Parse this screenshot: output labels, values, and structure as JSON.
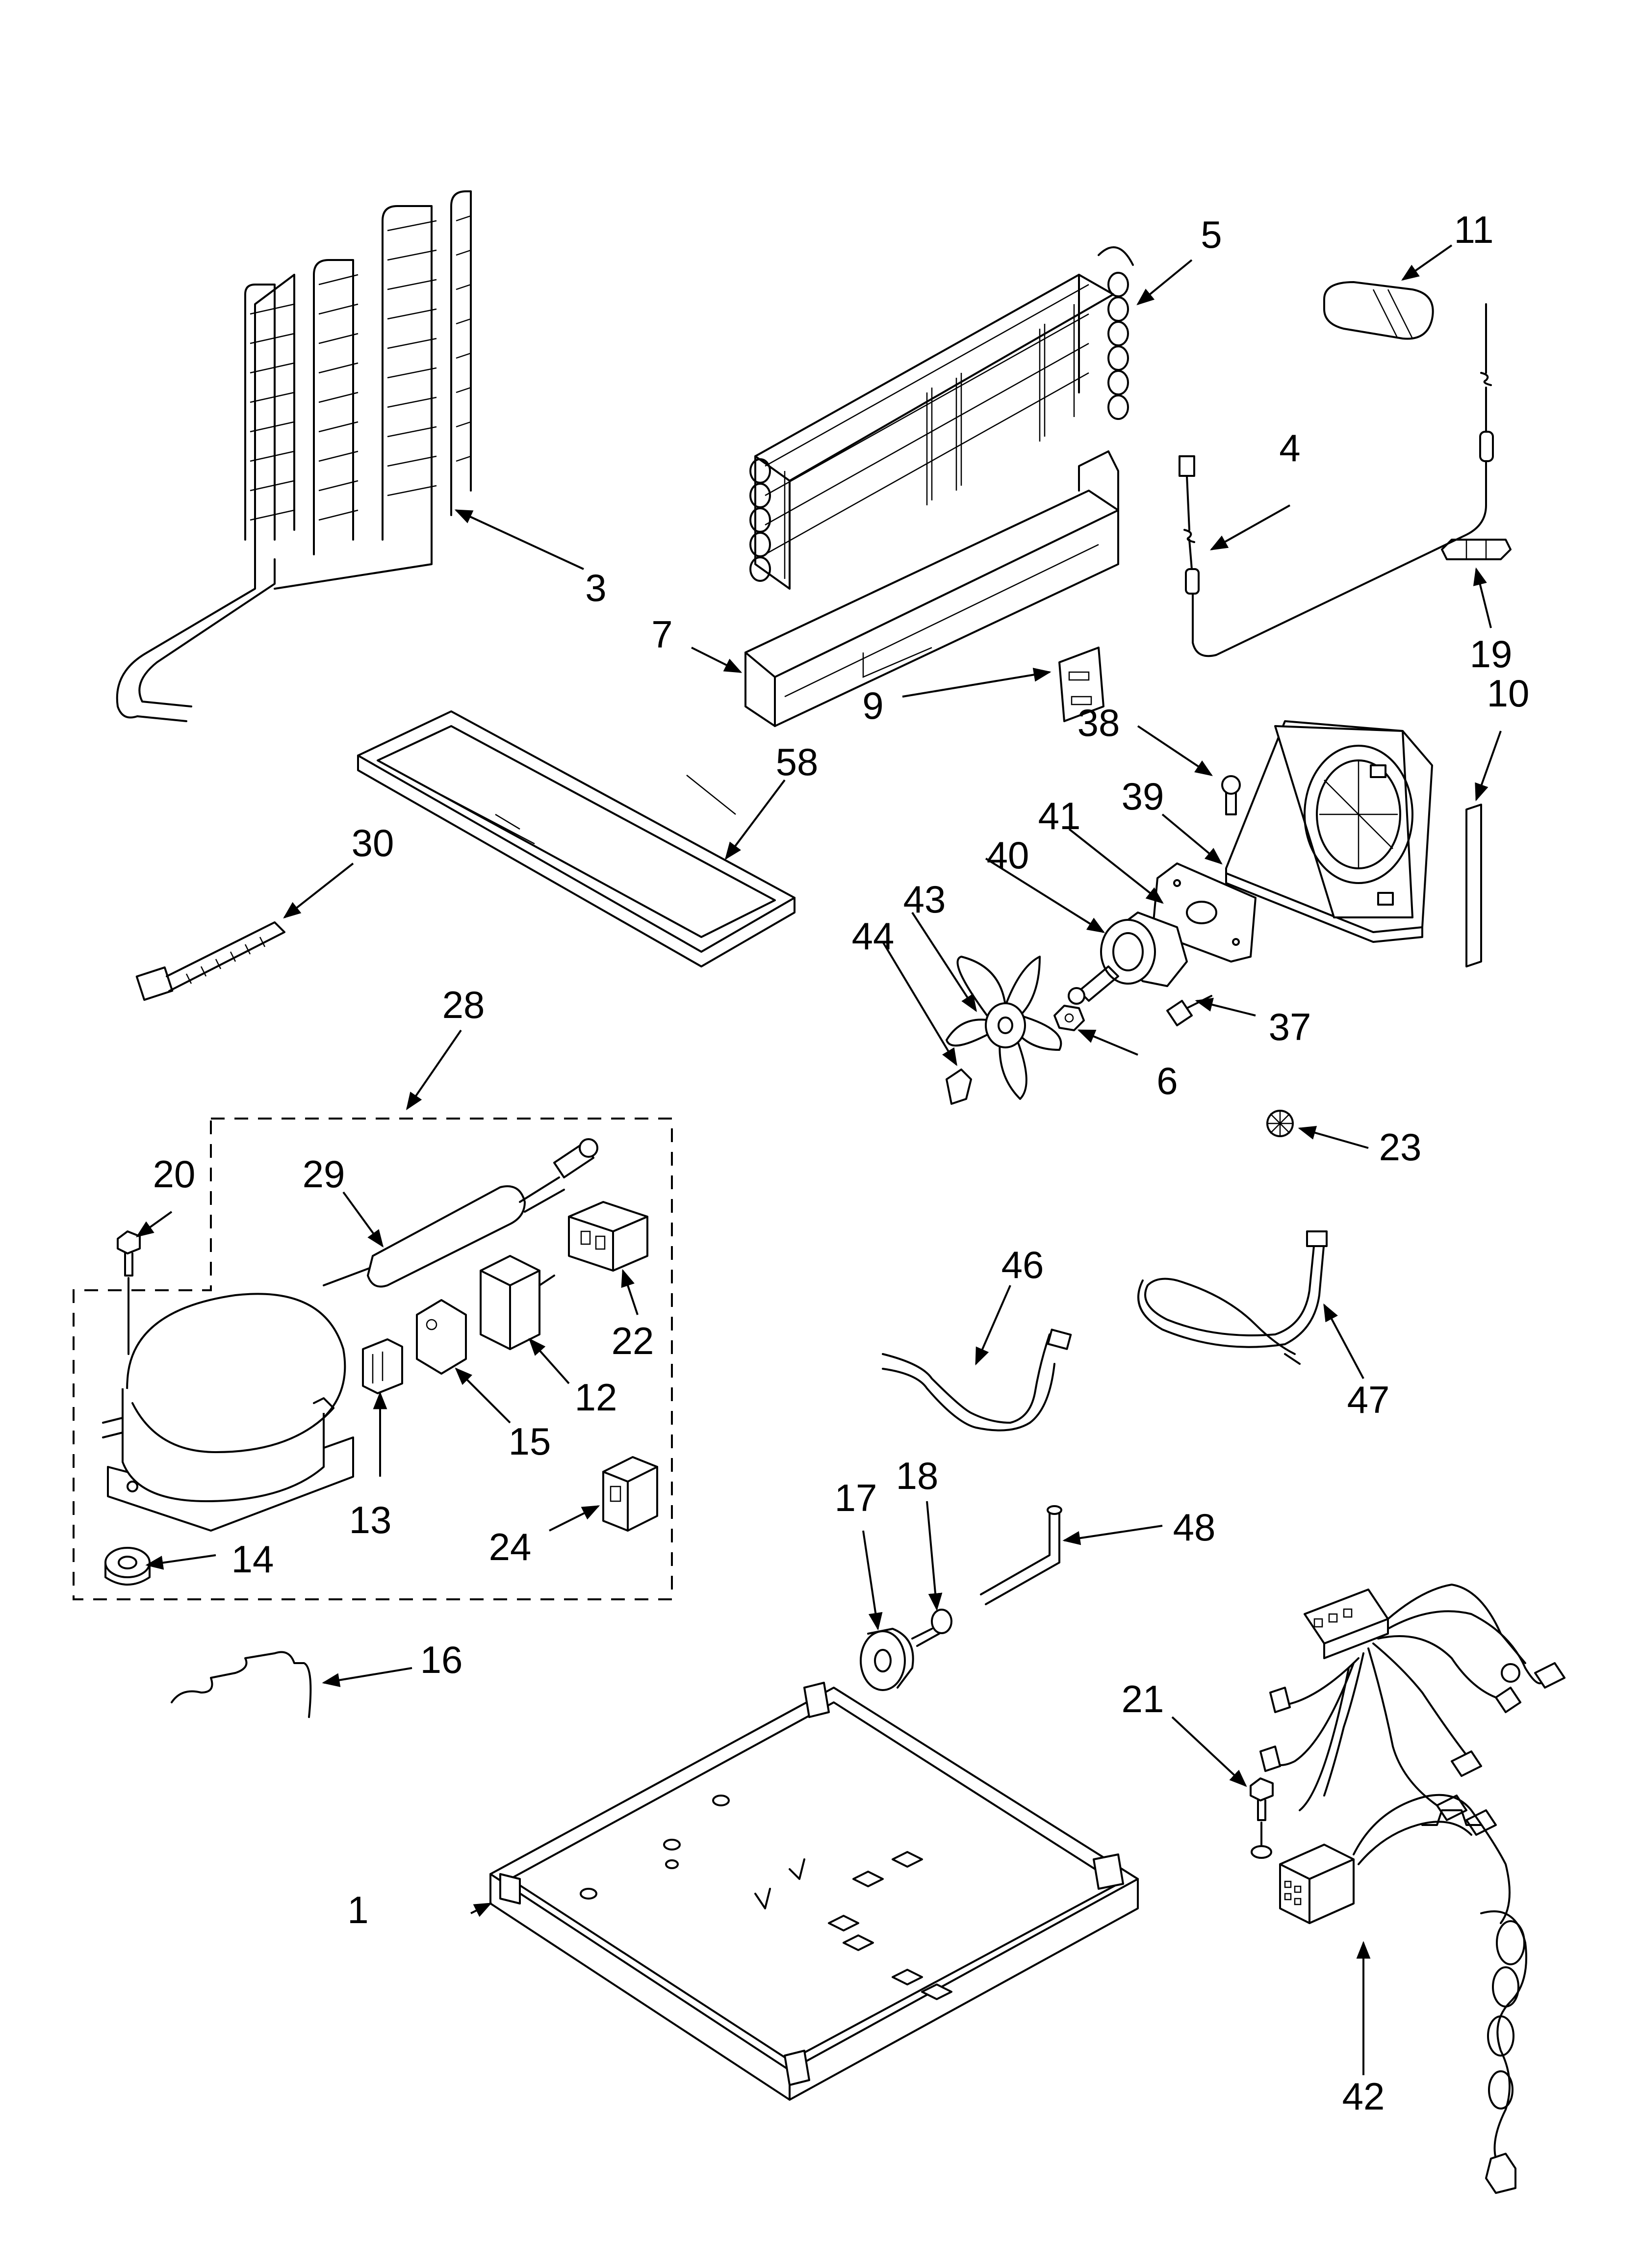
{
  "diagram": {
    "type": "exploded-parts-diagram",
    "callouts": [
      {
        "id": "c1",
        "label": "1"
      },
      {
        "id": "c3",
        "label": "3"
      },
      {
        "id": "c4",
        "label": "4"
      },
      {
        "id": "c5",
        "label": "5"
      },
      {
        "id": "c6",
        "label": "6"
      },
      {
        "id": "c7",
        "label": "7"
      },
      {
        "id": "c9",
        "label": "9"
      },
      {
        "id": "c10",
        "label": "10"
      },
      {
        "id": "c11",
        "label": "11"
      },
      {
        "id": "c12",
        "label": "12"
      },
      {
        "id": "c13",
        "label": "13"
      },
      {
        "id": "c14",
        "label": "14"
      },
      {
        "id": "c15",
        "label": "15"
      },
      {
        "id": "c16",
        "label": "16"
      },
      {
        "id": "c17",
        "label": "17"
      },
      {
        "id": "c18",
        "label": "18"
      },
      {
        "id": "c19",
        "label": "19"
      },
      {
        "id": "c20",
        "label": "20"
      },
      {
        "id": "c21",
        "label": "21"
      },
      {
        "id": "c22",
        "label": "22"
      },
      {
        "id": "c23",
        "label": "23"
      },
      {
        "id": "c24",
        "label": "24"
      },
      {
        "id": "c28",
        "label": "28"
      },
      {
        "id": "c29",
        "label": "29"
      },
      {
        "id": "c30",
        "label": "30"
      },
      {
        "id": "c37",
        "label": "37"
      },
      {
        "id": "c38",
        "label": "38"
      },
      {
        "id": "c39",
        "label": "39"
      },
      {
        "id": "c40",
        "label": "40"
      },
      {
        "id": "c41",
        "label": "41"
      },
      {
        "id": "c42",
        "label": "42"
      },
      {
        "id": "c43",
        "label": "43"
      },
      {
        "id": "c44",
        "label": "44"
      },
      {
        "id": "c46",
        "label": "46"
      },
      {
        "id": "c47",
        "label": "47"
      },
      {
        "id": "c48",
        "label": "48"
      },
      {
        "id": "c58",
        "label": "58"
      }
    ]
  }
}
